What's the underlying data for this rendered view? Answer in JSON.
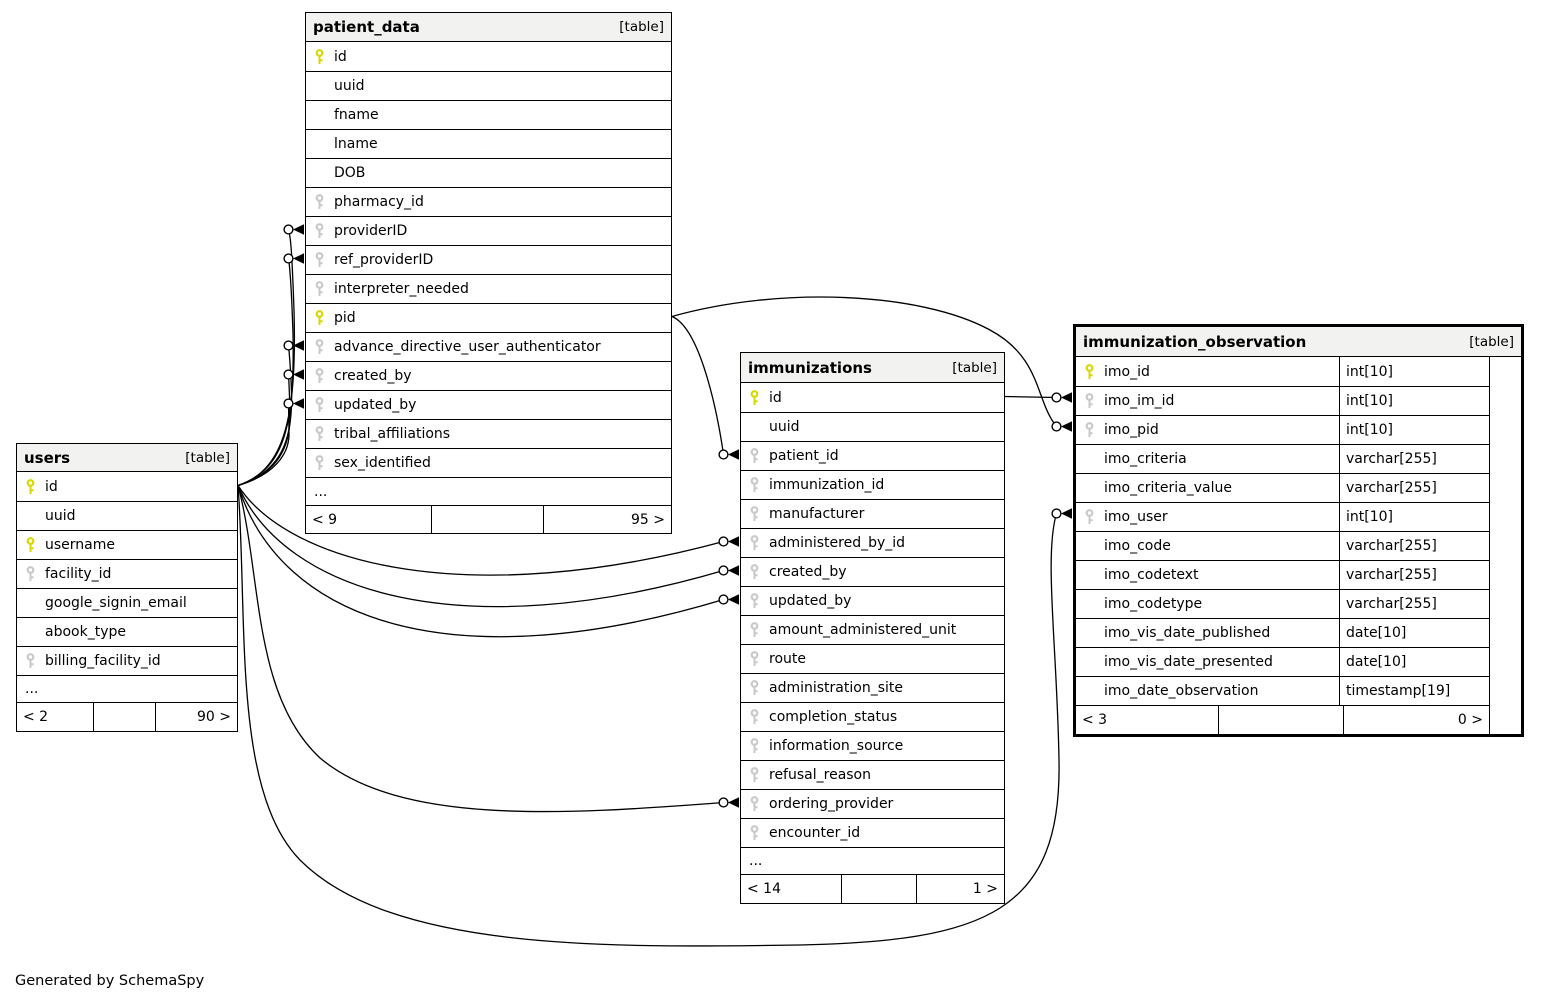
{
  "generator_note": "Generated by SchemaSpy",
  "colors": {
    "header_bg": "#f2f2f0",
    "pk_key": "#d8d800",
    "fk_key": "#c9c9c9",
    "line": "#000000"
  },
  "tables": [
    {
      "id": "users",
      "name": "users",
      "badge": "[table]",
      "columns": [
        {
          "name": "id",
          "key": "pk"
        },
        {
          "name": "uuid"
        },
        {
          "name": "username",
          "key": "pk"
        },
        {
          "name": "facility_id",
          "key": "fk"
        },
        {
          "name": "google_signin_email"
        },
        {
          "name": "abook_type"
        },
        {
          "name": "billing_facility_id",
          "key": "fk"
        }
      ],
      "ellipsis": "...",
      "footer": {
        "left": "< 2",
        "middle": "",
        "right": "90 >"
      }
    },
    {
      "id": "patient_data",
      "name": "patient_data",
      "badge": "[table]",
      "columns": [
        {
          "name": "id",
          "key": "pk"
        },
        {
          "name": "uuid"
        },
        {
          "name": "fname"
        },
        {
          "name": "lname"
        },
        {
          "name": "DOB"
        },
        {
          "name": "pharmacy_id",
          "key": "fk"
        },
        {
          "name": "providerID",
          "key": "fk"
        },
        {
          "name": "ref_providerID",
          "key": "fk"
        },
        {
          "name": "interpreter_needed",
          "key": "fk"
        },
        {
          "name": "pid",
          "key": "pk"
        },
        {
          "name": "advance_directive_user_authenticator",
          "key": "fk"
        },
        {
          "name": "created_by",
          "key": "fk"
        },
        {
          "name": "updated_by",
          "key": "fk"
        },
        {
          "name": "tribal_affiliations",
          "key": "fk"
        },
        {
          "name": "sex_identified",
          "key": "fk"
        }
      ],
      "ellipsis": "...",
      "footer": {
        "left": "< 9",
        "middle": "",
        "right": "95 >"
      }
    },
    {
      "id": "immunizations",
      "name": "immunizations",
      "badge": "[table]",
      "columns": [
        {
          "name": "id",
          "key": "pk"
        },
        {
          "name": "uuid"
        },
        {
          "name": "patient_id",
          "key": "fk"
        },
        {
          "name": "immunization_id",
          "key": "fk"
        },
        {
          "name": "manufacturer",
          "key": "fk"
        },
        {
          "name": "administered_by_id",
          "key": "fk"
        },
        {
          "name": "created_by",
          "key": "fk"
        },
        {
          "name": "updated_by",
          "key": "fk"
        },
        {
          "name": "amount_administered_unit",
          "key": "fk"
        },
        {
          "name": "route",
          "key": "fk"
        },
        {
          "name": "administration_site",
          "key": "fk"
        },
        {
          "name": "completion_status",
          "key": "fk"
        },
        {
          "name": "information_source",
          "key": "fk"
        },
        {
          "name": "refusal_reason",
          "key": "fk"
        },
        {
          "name": "ordering_provider",
          "key": "fk"
        },
        {
          "name": "encounter_id",
          "key": "fk"
        }
      ],
      "ellipsis": "...",
      "footer": {
        "left": "< 14",
        "middle": "",
        "right": "1 >"
      }
    },
    {
      "id": "immunization_observation",
      "name": "immunization_observation",
      "badge": "[table]",
      "columns": [
        {
          "name": "imo_id",
          "key": "pk",
          "type": "int[10]"
        },
        {
          "name": "imo_im_id",
          "key": "fk",
          "type": "int[10]"
        },
        {
          "name": "imo_pid",
          "key": "fk",
          "type": "int[10]"
        },
        {
          "name": "imo_criteria",
          "type": "varchar[255]"
        },
        {
          "name": "imo_criteria_value",
          "type": "varchar[255]"
        },
        {
          "name": "imo_user",
          "key": "fk",
          "type": "int[10]"
        },
        {
          "name": "imo_code",
          "type": "varchar[255]"
        },
        {
          "name": "imo_codetext",
          "type": "varchar[255]"
        },
        {
          "name": "imo_codetype",
          "type": "varchar[255]"
        },
        {
          "name": "imo_vis_date_published",
          "type": "date[10]"
        },
        {
          "name": "imo_vis_date_presented",
          "type": "date[10]"
        },
        {
          "name": "imo_date_observation",
          "type": "timestamp[19]"
        }
      ],
      "footer": {
        "left": "< 3",
        "middle": "",
        "right": "0 >"
      }
    }
  ],
  "relationships": [
    {
      "from": "users.id",
      "to": "patient_data.providerID"
    },
    {
      "from": "users.id",
      "to": "patient_data.ref_providerID"
    },
    {
      "from": "users.id",
      "to": "patient_data.advance_directive_user_authenticator"
    },
    {
      "from": "users.id",
      "to": "patient_data.created_by"
    },
    {
      "from": "users.id",
      "to": "patient_data.updated_by"
    },
    {
      "from": "users.id",
      "to": "immunizations.administered_by_id"
    },
    {
      "from": "users.id",
      "to": "immunizations.created_by"
    },
    {
      "from": "users.id",
      "to": "immunizations.updated_by"
    },
    {
      "from": "users.id",
      "to": "immunizations.ordering_provider"
    },
    {
      "from": "users.id",
      "to": "immunization_observation.imo_user"
    },
    {
      "from": "patient_data.pid",
      "to": "immunizations.patient_id"
    },
    {
      "from": "patient_data.pid",
      "to": "immunization_observation.imo_pid"
    },
    {
      "from": "immunizations.id",
      "to": "immunization_observation.imo_im_id"
    }
  ]
}
